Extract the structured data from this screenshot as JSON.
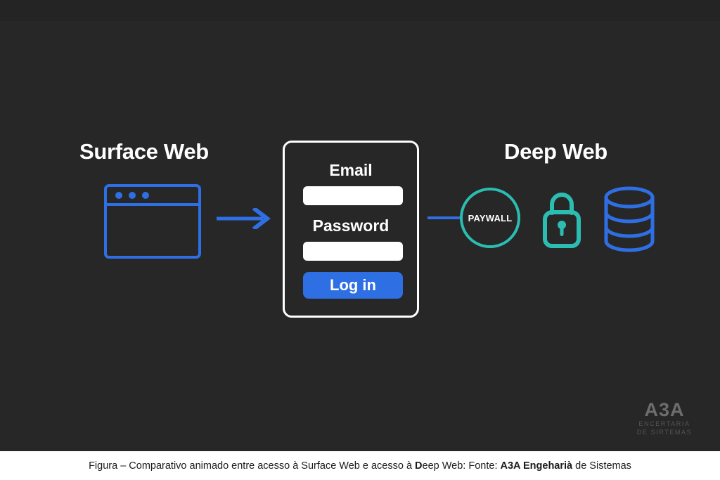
{
  "figure": {
    "background_color": "#272727",
    "accent_blue": "#2f6fe4",
    "accent_teal": "#2cbdb2",
    "caption": {
      "part1": "Figura – Comparativo animado entre acesso à Surface Web e acesso à ",
      "emph1": "D",
      "part2": "eep Web: Fonte: ",
      "emph2": "A3A Engeharià",
      "part3": " de Sistemas"
    }
  },
  "surface_section": {
    "heading": "Surface Web",
    "browser_icon": "browser-window-icon",
    "arrow": "arrow-right-icon"
  },
  "login_card": {
    "email_label": "Email",
    "email_value": "",
    "email_placeholder": "",
    "password_label": "Password",
    "password_value": "",
    "password_placeholder": "",
    "submit_label": "Log in"
  },
  "deep_section": {
    "heading": "Deep Web",
    "paywall_label": "PAYWALL",
    "icons": [
      {
        "name": "paywall-circle-icon",
        "color": "#2cbdb2"
      },
      {
        "name": "padlock-icon",
        "color": "#2cbdb2"
      },
      {
        "name": "database-icon",
        "color": "#2f6fe4"
      }
    ]
  },
  "watermark": {
    "main": "A3A",
    "line1": "ENCERTARIA",
    "line2": "DE SIRTEMAS"
  }
}
